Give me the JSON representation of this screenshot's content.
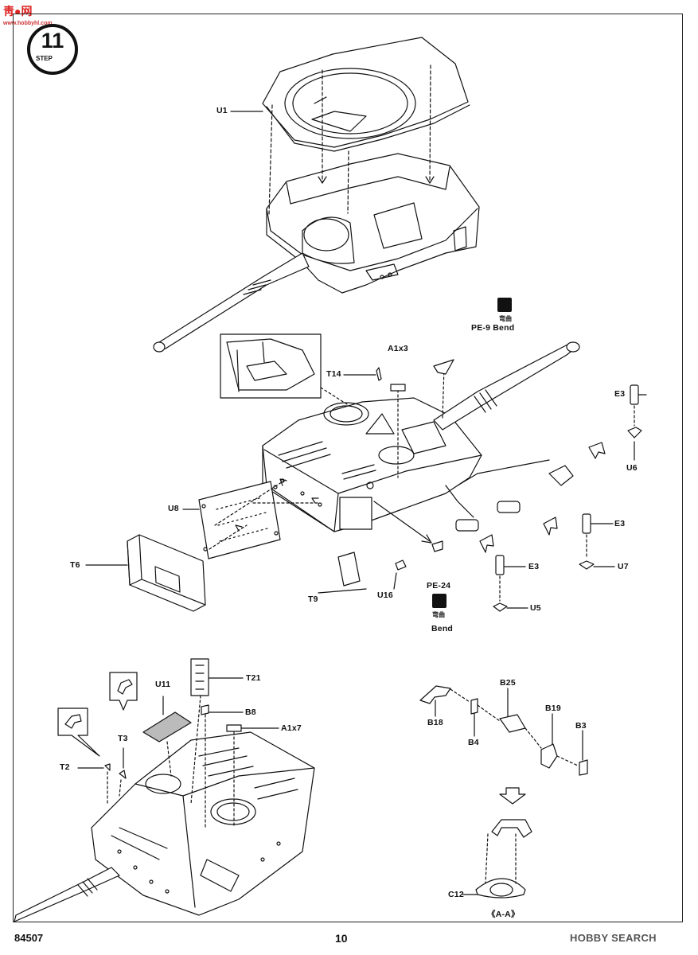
{
  "watermark": {
    "brand": "靑●网",
    "url": "www.hobbyhl.com"
  },
  "step": {
    "number": "11",
    "word": "STEP"
  },
  "labels": {
    "u1": "U1",
    "pe9": "PE-9 Bend",
    "cn_bend_top": "弯曲",
    "a1x3": "A1x3",
    "t14": "T14",
    "e3_top": "E3",
    "u6": "U6",
    "u8": "U8",
    "t6": "T6",
    "e3_mid": "E3",
    "u7": "U7",
    "e3_low": "E3",
    "u5": "U5",
    "t9": "T9",
    "u16": "U16",
    "pe24": "PE-24",
    "cn_bend_bottom": "弯曲",
    "bend_bottom": "Bend",
    "t21": "T21",
    "u11": "U11",
    "b8": "B8",
    "a1x7": "A1x7",
    "t3": "T3",
    "t2": "T2",
    "b25": "B25",
    "b18": "B18",
    "b4": "B4",
    "b19": "B19",
    "b3": "B3",
    "c12": "C12",
    "section": "《A-A》"
  },
  "footer": {
    "code": "84507",
    "page": "10",
    "mark": "HOBBY SEARCH"
  }
}
